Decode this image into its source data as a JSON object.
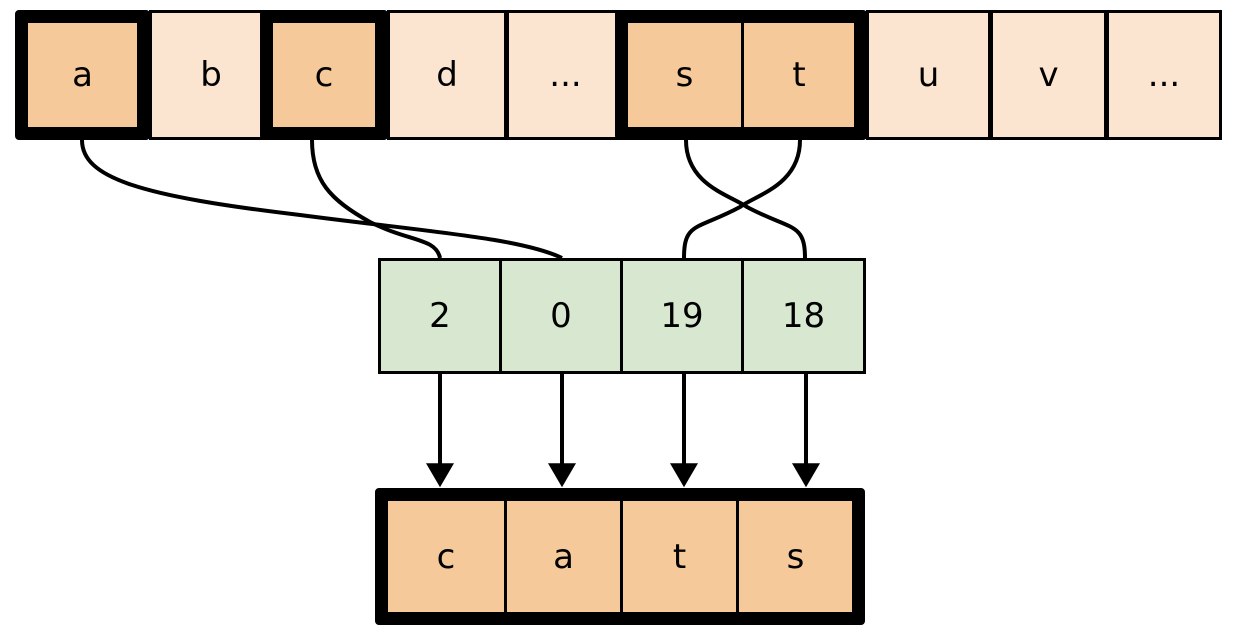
{
  "diagram": {
    "title": "alphabet-index-to-word-lookup",
    "colors": {
      "alphabet_fill": "#fbe5d0",
      "alphabet_highlight_fill": "#f5c999",
      "index_fill": "#d8e8d0",
      "output_fill": "#f5c999",
      "stroke": "#000000",
      "background": "#ffffff"
    }
  },
  "alphabet_row": {
    "name": "alphabet-row",
    "cells": [
      {
        "label": "a",
        "highlighted": true
      },
      {
        "label": "b",
        "highlighted": false
      },
      {
        "label": "c",
        "highlighted": true
      },
      {
        "label": "d",
        "highlighted": false
      },
      {
        "label": "...",
        "highlighted": false
      },
      {
        "label": "s",
        "highlighted": true
      },
      {
        "label": "t",
        "highlighted": true
      },
      {
        "label": "u",
        "highlighted": false
      },
      {
        "label": "v",
        "highlighted": false
      },
      {
        "label": "...",
        "highlighted": false
      }
    ]
  },
  "index_row": {
    "name": "index-row",
    "cells": [
      {
        "value": "2"
      },
      {
        "value": "0"
      },
      {
        "value": "19"
      },
      {
        "value": "18"
      }
    ]
  },
  "output_row": {
    "name": "output-row",
    "word": "cats",
    "cells": [
      {
        "letter": "c"
      },
      {
        "letter": "a"
      },
      {
        "letter": "t"
      },
      {
        "letter": "s"
      }
    ]
  },
  "connections": {
    "alphabet_to_index": [
      {
        "from_letter": "a",
        "to_index_value": "0",
        "from_cell": 0,
        "to_cell": 1
      },
      {
        "from_letter": "c",
        "to_index_value": "2",
        "from_cell": 2,
        "to_cell": 0
      },
      {
        "from_letter": "s",
        "to_index_value": "18",
        "from_cell": 5,
        "to_cell": 3
      },
      {
        "from_letter": "t",
        "to_index_value": "19",
        "from_cell": 6,
        "to_cell": 2
      }
    ],
    "index_to_output": [
      {
        "from_index_value": "2",
        "to_letter": "c"
      },
      {
        "from_index_value": "0",
        "to_letter": "a"
      },
      {
        "from_index_value": "19",
        "to_letter": "t"
      },
      {
        "from_index_value": "18",
        "to_letter": "s"
      }
    ]
  }
}
